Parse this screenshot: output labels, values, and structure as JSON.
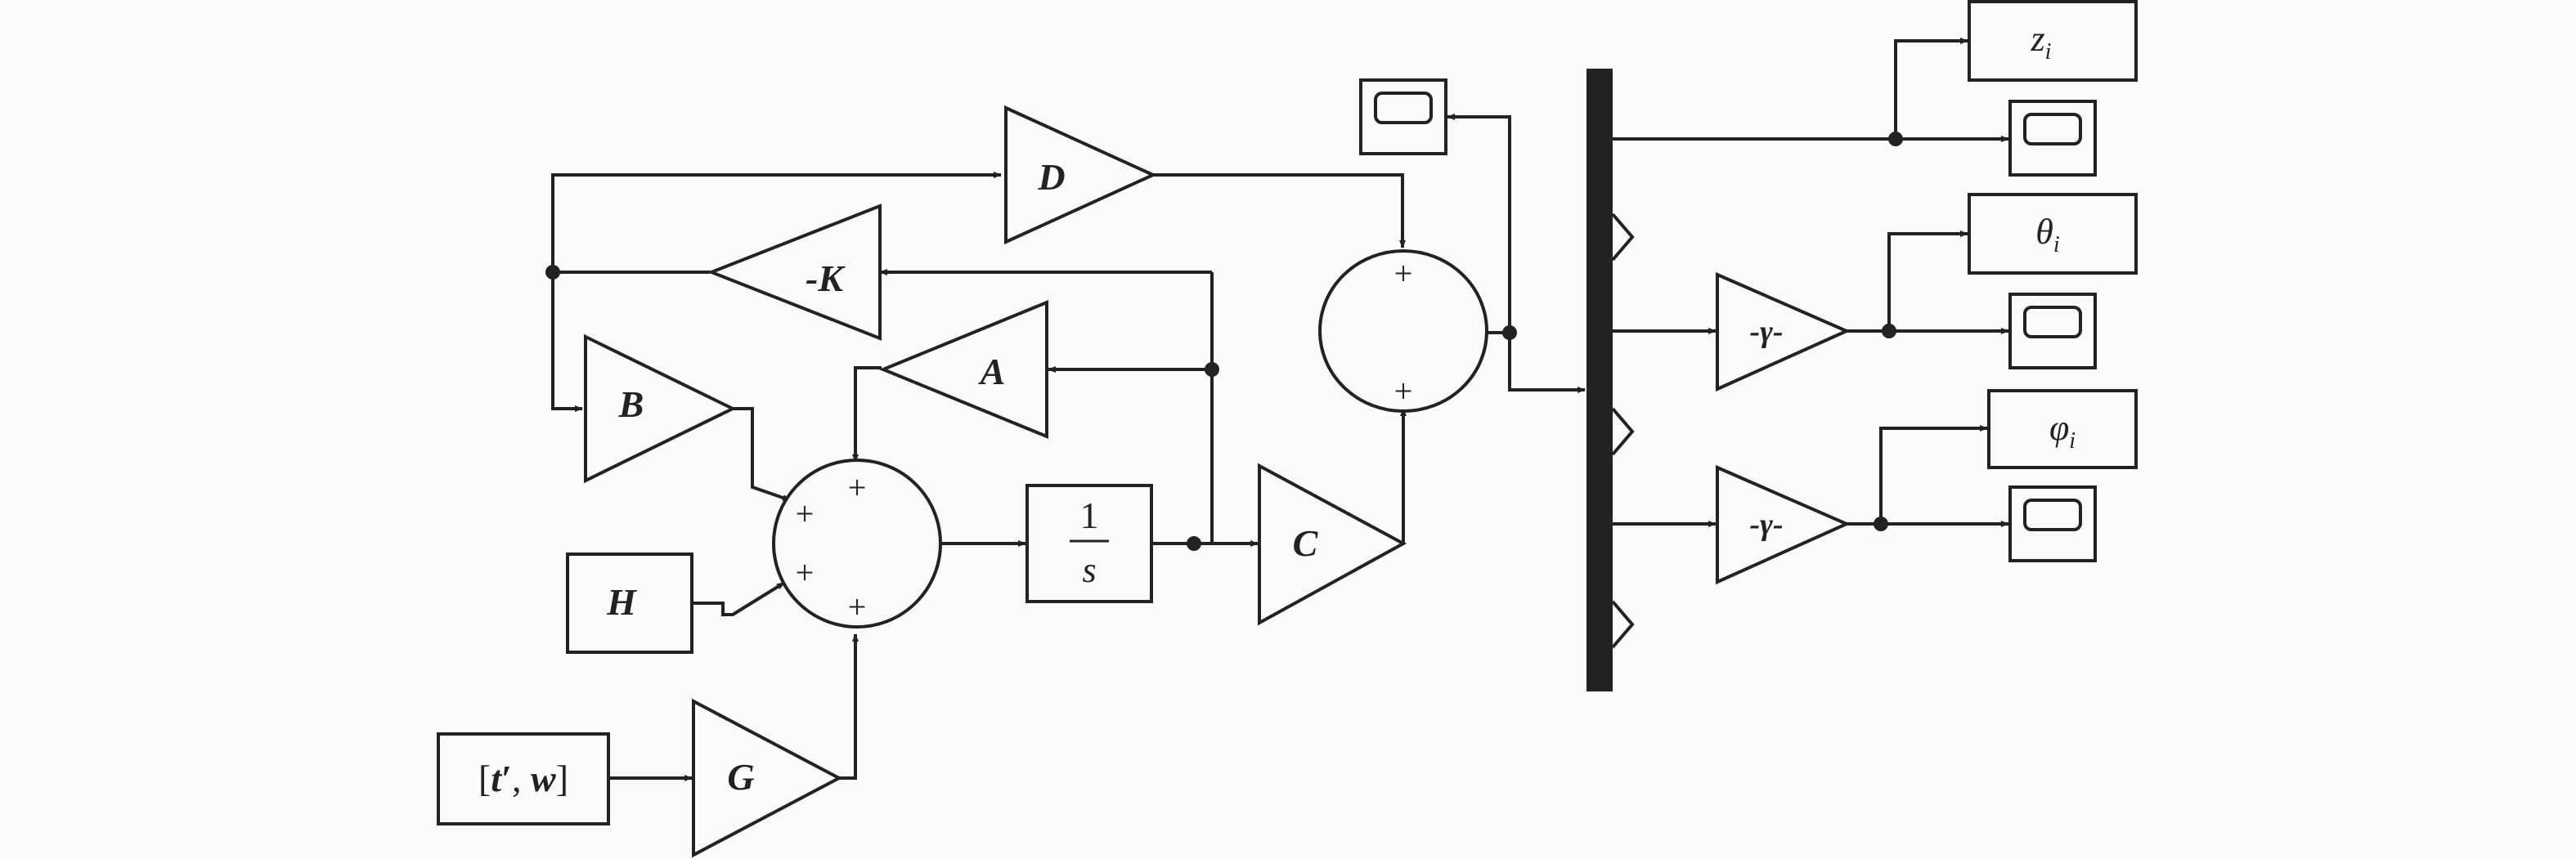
{
  "blocks": {
    "d_gain": "D",
    "neg_k_gain": "-K",
    "a_gain": "A",
    "b_gain": "B",
    "h_source": "H",
    "g_gain": "G",
    "c_gain": "C",
    "integrator_num": "1",
    "integrator_den": "s",
    "input_source_t": "t",
    "input_source_prime": "′",
    "input_source_sep": ", ",
    "input_source_w": "w",
    "input_source_open": "[",
    "input_source_close": "]",
    "gamma_gain_1": "-γ-",
    "gamma_gain_2": "-γ-"
  },
  "outputs": {
    "z": "z",
    "z_sub": "i",
    "theta": "θ",
    "theta_sub": "i",
    "phi": "φ",
    "phi_sub": "i"
  },
  "sum_signs": {
    "plus": "+"
  }
}
